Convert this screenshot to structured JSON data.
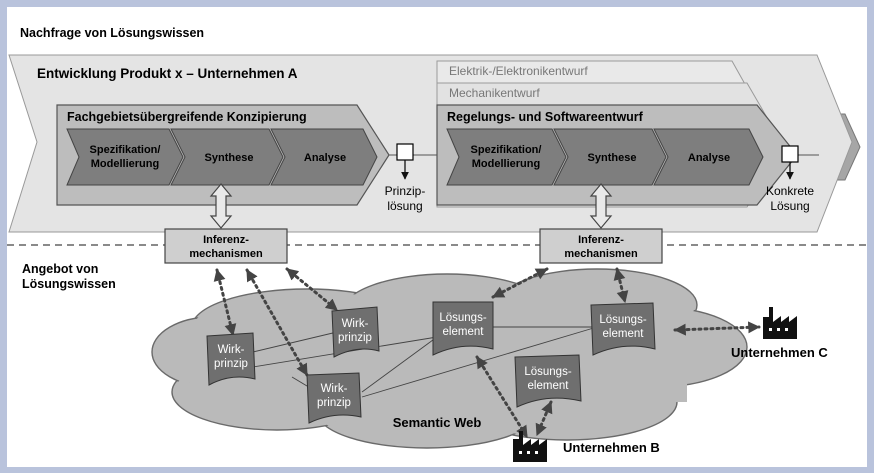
{
  "demand_label": "Nachfrage von Lösungswissen",
  "product_development_label": "Entwicklung Produkt  x – Unternehmen A",
  "left_phase": {
    "title": "Fachgebietsübergreifende Konzipierung",
    "steps": [
      "Spezifikation/",
      "Modellierung",
      "Synthese",
      "Analyse"
    ]
  },
  "right_phase": {
    "layer_1": "Elektrik-/Elektronikentwurf",
    "layer_2": "Mechanikentwurf",
    "title": "Regelungs- und Softwareentwurf",
    "steps": [
      "Spezifikation/",
      "Modellierung",
      "Synthese",
      "Analyse"
    ]
  },
  "principle_solution": [
    "Prinzip-",
    "lösung"
  ],
  "concrete_solution": [
    "Konkrete",
    "Lösung"
  ],
  "inference_left": [
    "Inferenz-",
    "mechanismen"
  ],
  "inference_right": [
    "Inferenz-",
    "mechanismen"
  ],
  "offer_label": [
    "Angebot von",
    "Lösungswissen"
  ],
  "cloud_label": "Semantic Web",
  "wirkprinzip": [
    "Wirk-",
    "prinzip"
  ],
  "loesungselement": [
    "Lösungs-",
    "element"
  ],
  "company_b": "Unternehmen B",
  "company_c": "Unternehmen C",
  "colors": {
    "page_frame": "#b9c3dc",
    "outer_band": "#e4e4e4",
    "phase_box": "#bdbdbd",
    "step_arrow": "#7e7e7e",
    "inference_box": "#cfcfcf",
    "cloud": "#bababa",
    "document": "#6f6f6f"
  }
}
